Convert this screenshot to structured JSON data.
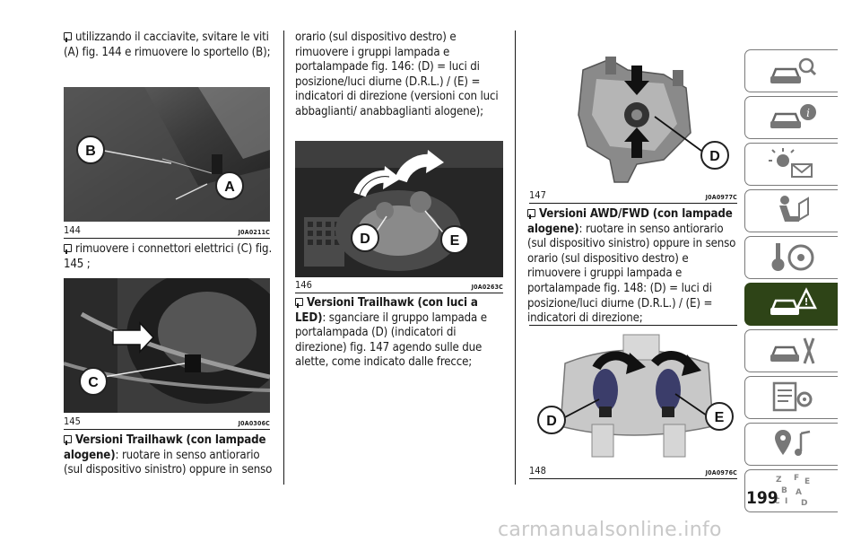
{
  "column1": {
    "para1_text": "utilizzando il cacciavite, svitare le viti (A) fig. 144 e rimuovere lo sportello (B);",
    "fig144": {
      "number": "144",
      "code": "J0A0211C",
      "labels": [
        "B",
        "A"
      ]
    },
    "para2_text": "rimuovere i connettori elettrici (C) fig. 145 ;",
    "fig145": {
      "number": "145",
      "code": "J0A0306C",
      "labels": [
        "C"
      ]
    },
    "para3_bold": "Versioni Trailhawk (con lampade alogene)",
    "para3_text": ": ruotare in senso antiorario (sul dispositivo sinistro) oppure in senso"
  },
  "column2": {
    "para1_text": "orario (sul dispositivo destro) e rimuovere i gruppi lampada e portalampade fig. 146: (D) = luci di posizione/luci diurne (D.R.L.) / (E) = indicatori di direzione (versioni con luci abbaglianti/ anabbaglianti alogene);",
    "fig146": {
      "number": "146",
      "code": "J0A0263C",
      "labels": [
        "D",
        "E"
      ]
    },
    "para2_bold": "Versioni Trailhawk (con luci a LED)",
    "para2_text": ": sganciare il gruppo lampada e portalampada (D) (indicatori di direzione) fig. 147 agendo sulle due alette, come indicato dalle frecce;"
  },
  "column3": {
    "fig147": {
      "number": "147",
      "code": "J0A0977C",
      "labels": [
        "D"
      ]
    },
    "para1_bold": "Versioni AWD/FWD (con lampade alogene)",
    "para1_text": ": ruotare in senso antiorario (sul dispositivo sinistro) oppure in senso orario (sul dispositivo destro) e rimuovere i gruppi lampada e portalampade fig. 148: (D) = luci di posizione/luci diurne (D.R.L.) / (E) = indicatori di direzione;",
    "fig148": {
      "number": "148",
      "code": "J0A0976C",
      "labels": [
        "D",
        "E"
      ]
    }
  },
  "sidebar": {
    "tabs": [
      {
        "icon": "car-search-icon",
        "active": false
      },
      {
        "icon": "car-info-icon",
        "active": false
      },
      {
        "icon": "light-message-icon",
        "active": false
      },
      {
        "icon": "seat-airbag-icon",
        "active": false
      },
      {
        "icon": "key-steering-wheel-icon",
        "active": false
      },
      {
        "icon": "car-warning-icon",
        "active": true
      },
      {
        "icon": "car-tools-icon",
        "active": false
      },
      {
        "icon": "data-gear-icon",
        "active": false
      },
      {
        "icon": "map-music-icon",
        "active": false
      },
      {
        "icon": "alphabet-index-icon",
        "active": false
      }
    ],
    "active_color": "#2e4417"
  },
  "page_number": "199",
  "watermark": "carmanualsonline.info"
}
